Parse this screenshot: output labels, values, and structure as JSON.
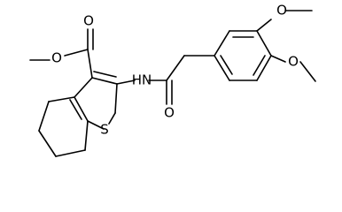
{
  "molecule": {
    "atom_labels": {
      "ester_carbonyl_o": "O",
      "ester_ether_o": "O",
      "amide_nh": "HN",
      "amide_carbonyl_o": "O",
      "thiophene_s": "S",
      "methoxy_top_o": "O",
      "methoxy_bottom_o": "O"
    },
    "colors": {
      "bond": "#000000",
      "label": "#000000",
      "background": "#ffffff"
    }
  }
}
